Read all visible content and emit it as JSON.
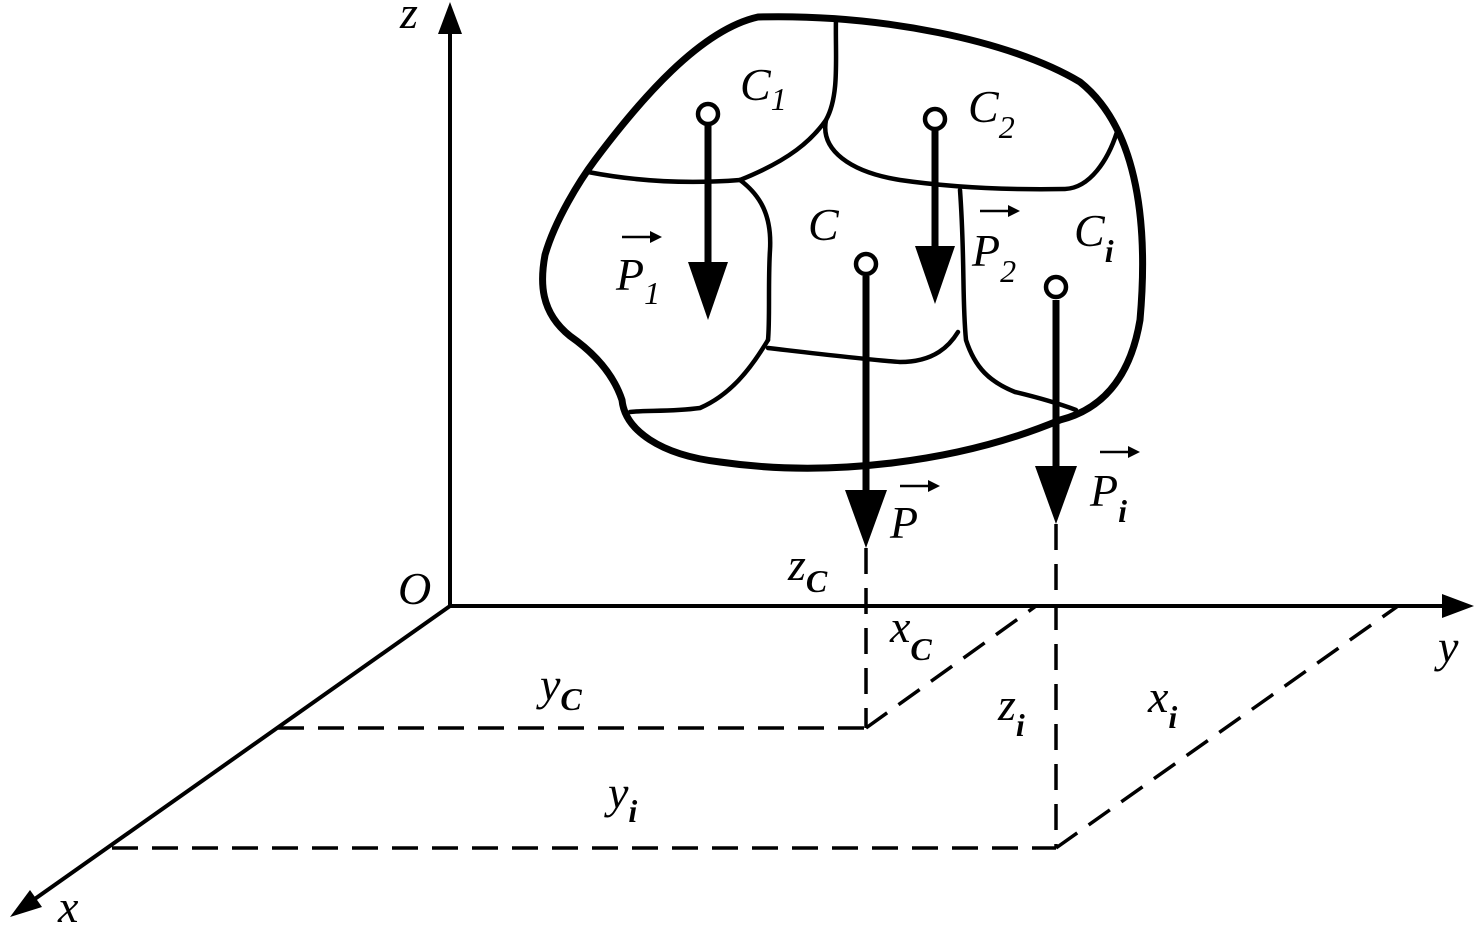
{
  "axes": {
    "origin": "O",
    "x": "x",
    "y": "y",
    "z": "z"
  },
  "points": {
    "c1": {
      "base": "C",
      "sub": "1"
    },
    "c2": {
      "base": "C",
      "sub": "2"
    },
    "c": {
      "base": "C",
      "sub": ""
    },
    "ci": {
      "base": "C",
      "sub": "i"
    }
  },
  "forces": {
    "p1": {
      "base": "P",
      "sub": "1"
    },
    "p2": {
      "base": "P",
      "sub": "2"
    },
    "p": {
      "base": "P",
      "sub": ""
    },
    "pi": {
      "base": "P",
      "sub": "i"
    }
  },
  "coordinates": {
    "zc": {
      "base": "z",
      "sub": "C"
    },
    "xc": {
      "base": "x",
      "sub": "C"
    },
    "yc": {
      "base": "y",
      "sub": "C"
    },
    "zi": {
      "base": "z",
      "sub": "i"
    },
    "xi": {
      "base": "x",
      "sub": "i"
    },
    "yi": {
      "base": "y",
      "sub": "i"
    }
  }
}
